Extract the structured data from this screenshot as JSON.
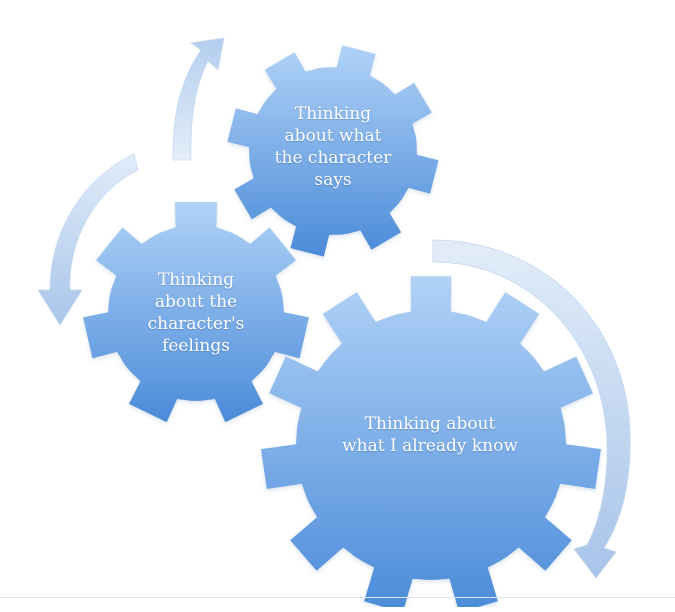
{
  "colors": {
    "gear_light": "#a9cdf6",
    "gear_dark": "#4a8ad8",
    "arrow_light": "#dde9f7",
    "arrow_dark": "#a9c6ea"
  },
  "gears": [
    {
      "name": "gear-top",
      "lines": [
        "Thinking",
        "about what",
        "the character",
        "says"
      ]
    },
    {
      "name": "gear-left",
      "lines": [
        "Thinking",
        "about the",
        "character's",
        "feelings"
      ]
    },
    {
      "name": "gear-bottom",
      "lines": [
        "Thinking about",
        "what I already know"
      ]
    }
  ]
}
